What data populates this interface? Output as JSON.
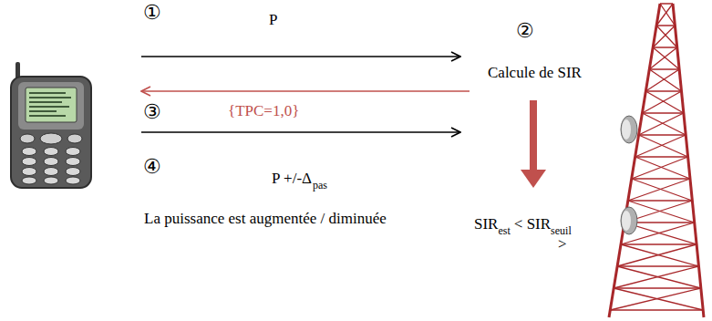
{
  "diagram": {
    "labels": [
      "①",
      "P",
      "②",
      "Calcule de SIR",
      "{TPC=1,0}",
      "③",
      "④",
      "P +/-Δ",
      "pas",
      "La puissance est augmentée / diminuée",
      "SIR",
      "est",
      "< SIR",
      "seuil",
      ">"
    ]
  }
}
